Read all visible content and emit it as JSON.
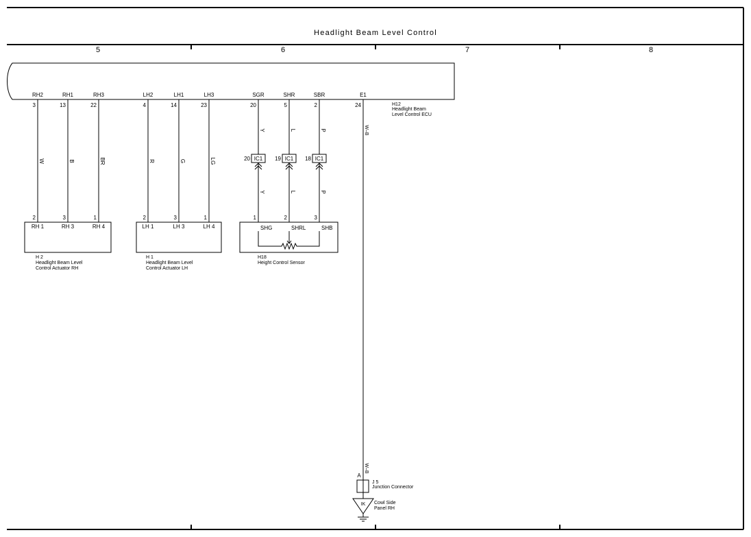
{
  "title": "Headlight Beam Level Control",
  "columns": [
    "5",
    "6",
    "7",
    "8"
  ],
  "ecu": {
    "code": "H12",
    "name_line1": "Headlight Beam",
    "name_line2": "Level Control ECU",
    "pins": [
      {
        "name": "RH2",
        "num": "3"
      },
      {
        "name": "RH1",
        "num": "13"
      },
      {
        "name": "RH3",
        "num": "22"
      },
      {
        "name": "LH2",
        "num": "4"
      },
      {
        "name": "LH1",
        "num": "14"
      },
      {
        "name": "LH3",
        "num": "23"
      },
      {
        "name": "SGR",
        "num": "20"
      },
      {
        "name": "SHR",
        "num": "5"
      },
      {
        "name": "SBR",
        "num": "2"
      },
      {
        "name": "E1",
        "num": "24"
      }
    ]
  },
  "wires": {
    "rh": [
      "W",
      "B",
      "BR"
    ],
    "lh": [
      "R",
      "G",
      "LG"
    ],
    "sensor_upper": [
      "Y",
      "L",
      "P"
    ],
    "sensor_lower": [
      "Y",
      "L",
      "P"
    ],
    "ground": [
      "W–B",
      "W–B"
    ]
  },
  "connectors": [
    {
      "pin": "20",
      "label": "IC1"
    },
    {
      "pin": "19",
      "label": "IC1"
    },
    {
      "pin": "18",
      "label": "IC1"
    }
  ],
  "actuator_rh": {
    "code": "H 2",
    "name_line1": "Headlight Beam Level",
    "name_line2": "Control Actuator RH",
    "pins": [
      {
        "num": "2",
        "name": "RH 1"
      },
      {
        "num": "3",
        "name": "RH 3"
      },
      {
        "num": "1",
        "name": "RH 4"
      }
    ]
  },
  "actuator_lh": {
    "code": "H 1",
    "name_line1": "Headlight Beam Level",
    "name_line2": "Control Actuator LH",
    "pins": [
      {
        "num": "2",
        "name": "LH 1"
      },
      {
        "num": "3",
        "name": "LH 3"
      },
      {
        "num": "1",
        "name": "LH 4"
      }
    ]
  },
  "sensor": {
    "code": "H18",
    "name": "Height Control Sensor",
    "pins": [
      {
        "num": "1",
        "name": "SHG"
      },
      {
        "num": "2",
        "name": "SHRL"
      },
      {
        "num": "3",
        "name": "SHB"
      }
    ]
  },
  "junction": {
    "pin": "A",
    "code": "J 5",
    "name": "Junction Connector"
  },
  "ground": {
    "code": "IK",
    "name_line1": "Cowl Side",
    "name_line2": "Panel RH"
  }
}
